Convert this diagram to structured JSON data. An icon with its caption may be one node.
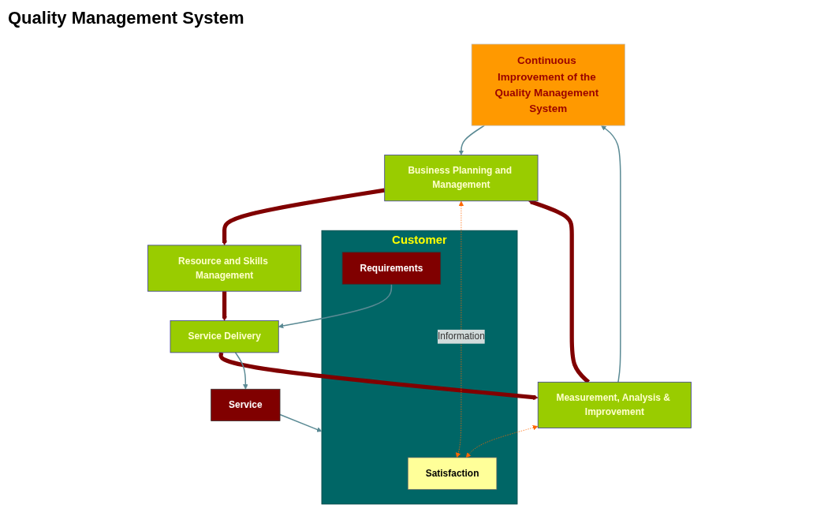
{
  "diagram": {
    "nodes": [
      {
        "text": [
          "Continuous Improvement of the Quality Management System"
        ]
      },
      {
        "text": [
          "Business Planning and Management"
        ]
      },
      {
        "text": [
          "Measurement, Analysis & Improvement"
        ]
      },
      {
        "text": [
          "Resource and Skills Management"
        ]
      },
      {
        "text": [
          "Service Delivery"
        ]
      },
      {
        "text": [
          "Customer"
        ]
      },
      {
        "text": [
          "Satisfaction"
        ],
        "in": 5
      },
      {
        "text": [
          "Service"
        ]
      },
      {
        "text": [
          "Requirements"
        ],
        "in": 5
      }
    ],
    "edges": [
      {
        "from": 0,
        "to": 1,
        "arrow": "to"
      },
      {
        "from": 2,
        "to": 0,
        "arrow": "to"
      },
      {
        "from": 2,
        "to": 1,
        "arrow": "to",
        "style": "thick",
        "color": "#800000"
      },
      {
        "from": 1,
        "to": 3,
        "arrow": "to",
        "style": "thick",
        "color": "#800000"
      },
      {
        "from": 3,
        "to": 4,
        "arrow": "to",
        "style": "thick",
        "color": "#800000"
      },
      {
        "from": 4,
        "to": 2,
        "arrow": "to",
        "style": "thick",
        "color": "#800000"
      },
      {
        "from": 4,
        "to": 7,
        "arrow": "to"
      },
      {
        "from": 7,
        "to": 5,
        "arrow": "to"
      },
      {
        "from": 8,
        "to": 4,
        "arrow": "to"
      },
      {
        "from": 2,
        "to": 6,
        "arrow": "both",
        "style": "dashed",
        "color": "#ff6600"
      },
      {
        "from": 1,
        "to": 6,
        "arrow": "both",
        "style": "dashed",
        "color": "#ff6600",
        "label": "Information"
      }
    ],
    "labels": [
      "Quality Management System"
    ]
  }
}
